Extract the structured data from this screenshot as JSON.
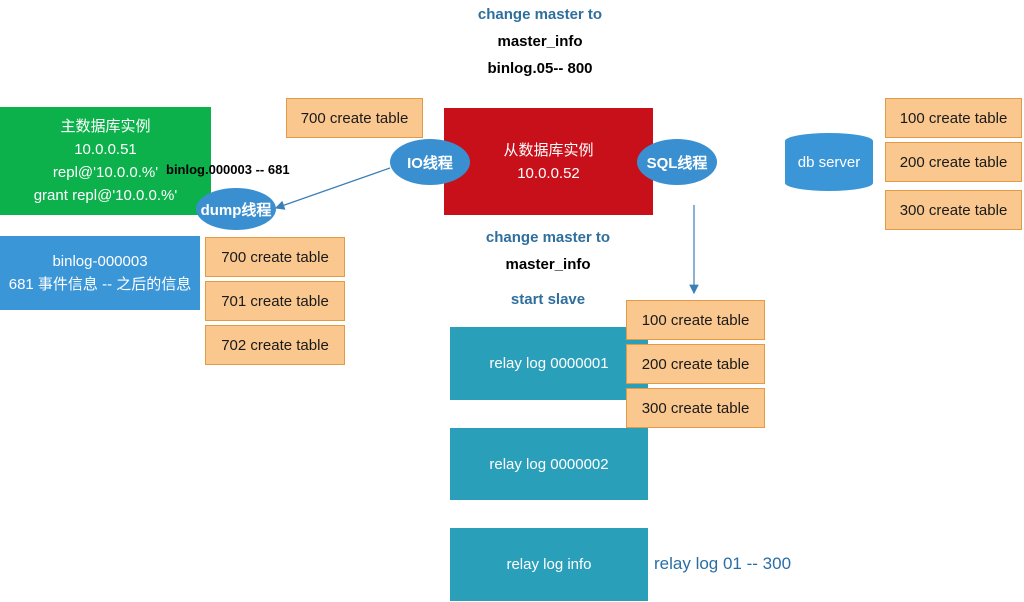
{
  "top": {
    "change_master": "change master to",
    "master_info": "master_info",
    "binlog_pos": "binlog.05-- 800"
  },
  "master": {
    "lines": [
      "主数据库实例",
      "10.0.0.51",
      "repl@'10.0.0.%'",
      "grant repl@'10.0.0.%'"
    ],
    "color": "#0db14b"
  },
  "binlog_box": {
    "lines": [
      "binlog-000003",
      "681 事件信息 -- 之后的信息"
    ],
    "color": "#3b96d8"
  },
  "master_events": [
    "700 create table",
    "701 create table",
    "702 create table"
  ],
  "top_event": "700 create table",
  "slave": {
    "title": "从数据库实例",
    "ip": "10.0.0.52",
    "color": "#c8101a"
  },
  "threads": {
    "io": "IO线程",
    "sql": "SQL线程",
    "dump": "dump线程"
  },
  "binlog_pointer": "binlog.000003 -- 681",
  "mid": {
    "change_master": "change master to",
    "master_info": "master_info",
    "start_slave": "start slave"
  },
  "relay_logs": [
    "relay log 0000001",
    "relay log 0000002",
    "relay log info"
  ],
  "relay_events": [
    "100 create table",
    "200 create table",
    "300 create table"
  ],
  "relay_info_value": "relay log 01 -- 300",
  "db_server": {
    "label": "db server",
    "events": [
      "100 create table",
      "200 create table",
      "300 create table"
    ]
  }
}
